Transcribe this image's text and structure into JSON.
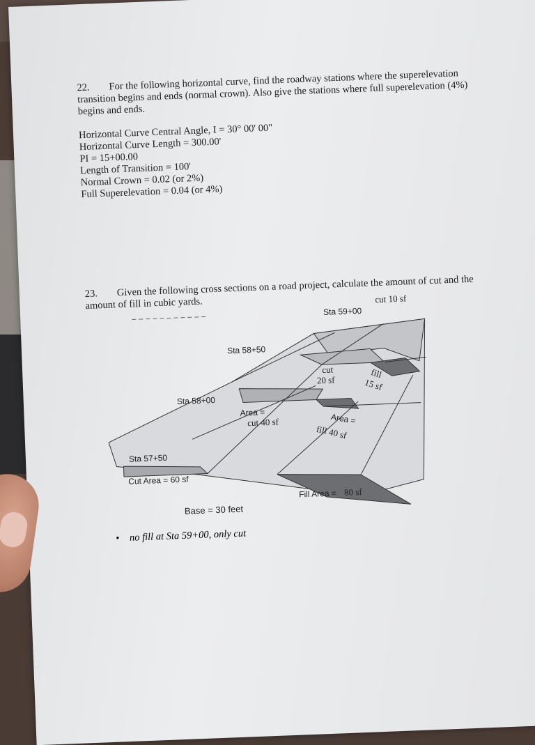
{
  "q22": {
    "number": "22.",
    "line1": "For the following horizontal curve, find the roadway stations where the superelevation",
    "line2": "transition begins and ends (normal crown).  Also give the stations where full superelevation (4%)",
    "line3": "begins and ends.",
    "given": [
      "Horizontal Curve Central Angle, I  = 30° 00' 00\"",
      "Horizontal Curve Length = 300.00'",
      "PI = 15+00.00",
      "Length of Transition = 100'",
      "Normal Crown = 0.02 (or 2%)",
      "Full Superelevation = 0.04 (or 4%)"
    ]
  },
  "q23": {
    "number": "23.",
    "line1": "Given the following cross sections on a road project, calculate the amount of cut and the",
    "line2": "amount of fill in cubic yards.",
    "diagram": {
      "sta_5900": "Sta 59+00",
      "cut_10": "cut 10 sf",
      "sta_5850": "Sta 58+50",
      "cut_label": "cut",
      "cut_20": "20 sf",
      "fill_label": "fill",
      "fill_15": "15 sf",
      "sta_5800": "Sta 58+00",
      "area_cut": "Area =",
      "cut_40": "cut 40 sf",
      "area_fill": "Area =",
      "fill_40": "fill 40 sf",
      "sta_5750": "Sta 57+50",
      "cut_area_60": "Cut Area = 60 sf",
      "fill_area": "Fill Area =",
      "fill_80": "80 sf",
      "base": "Base = 30 feet"
    },
    "note": "no fill at Sta 59+00, only cut"
  }
}
